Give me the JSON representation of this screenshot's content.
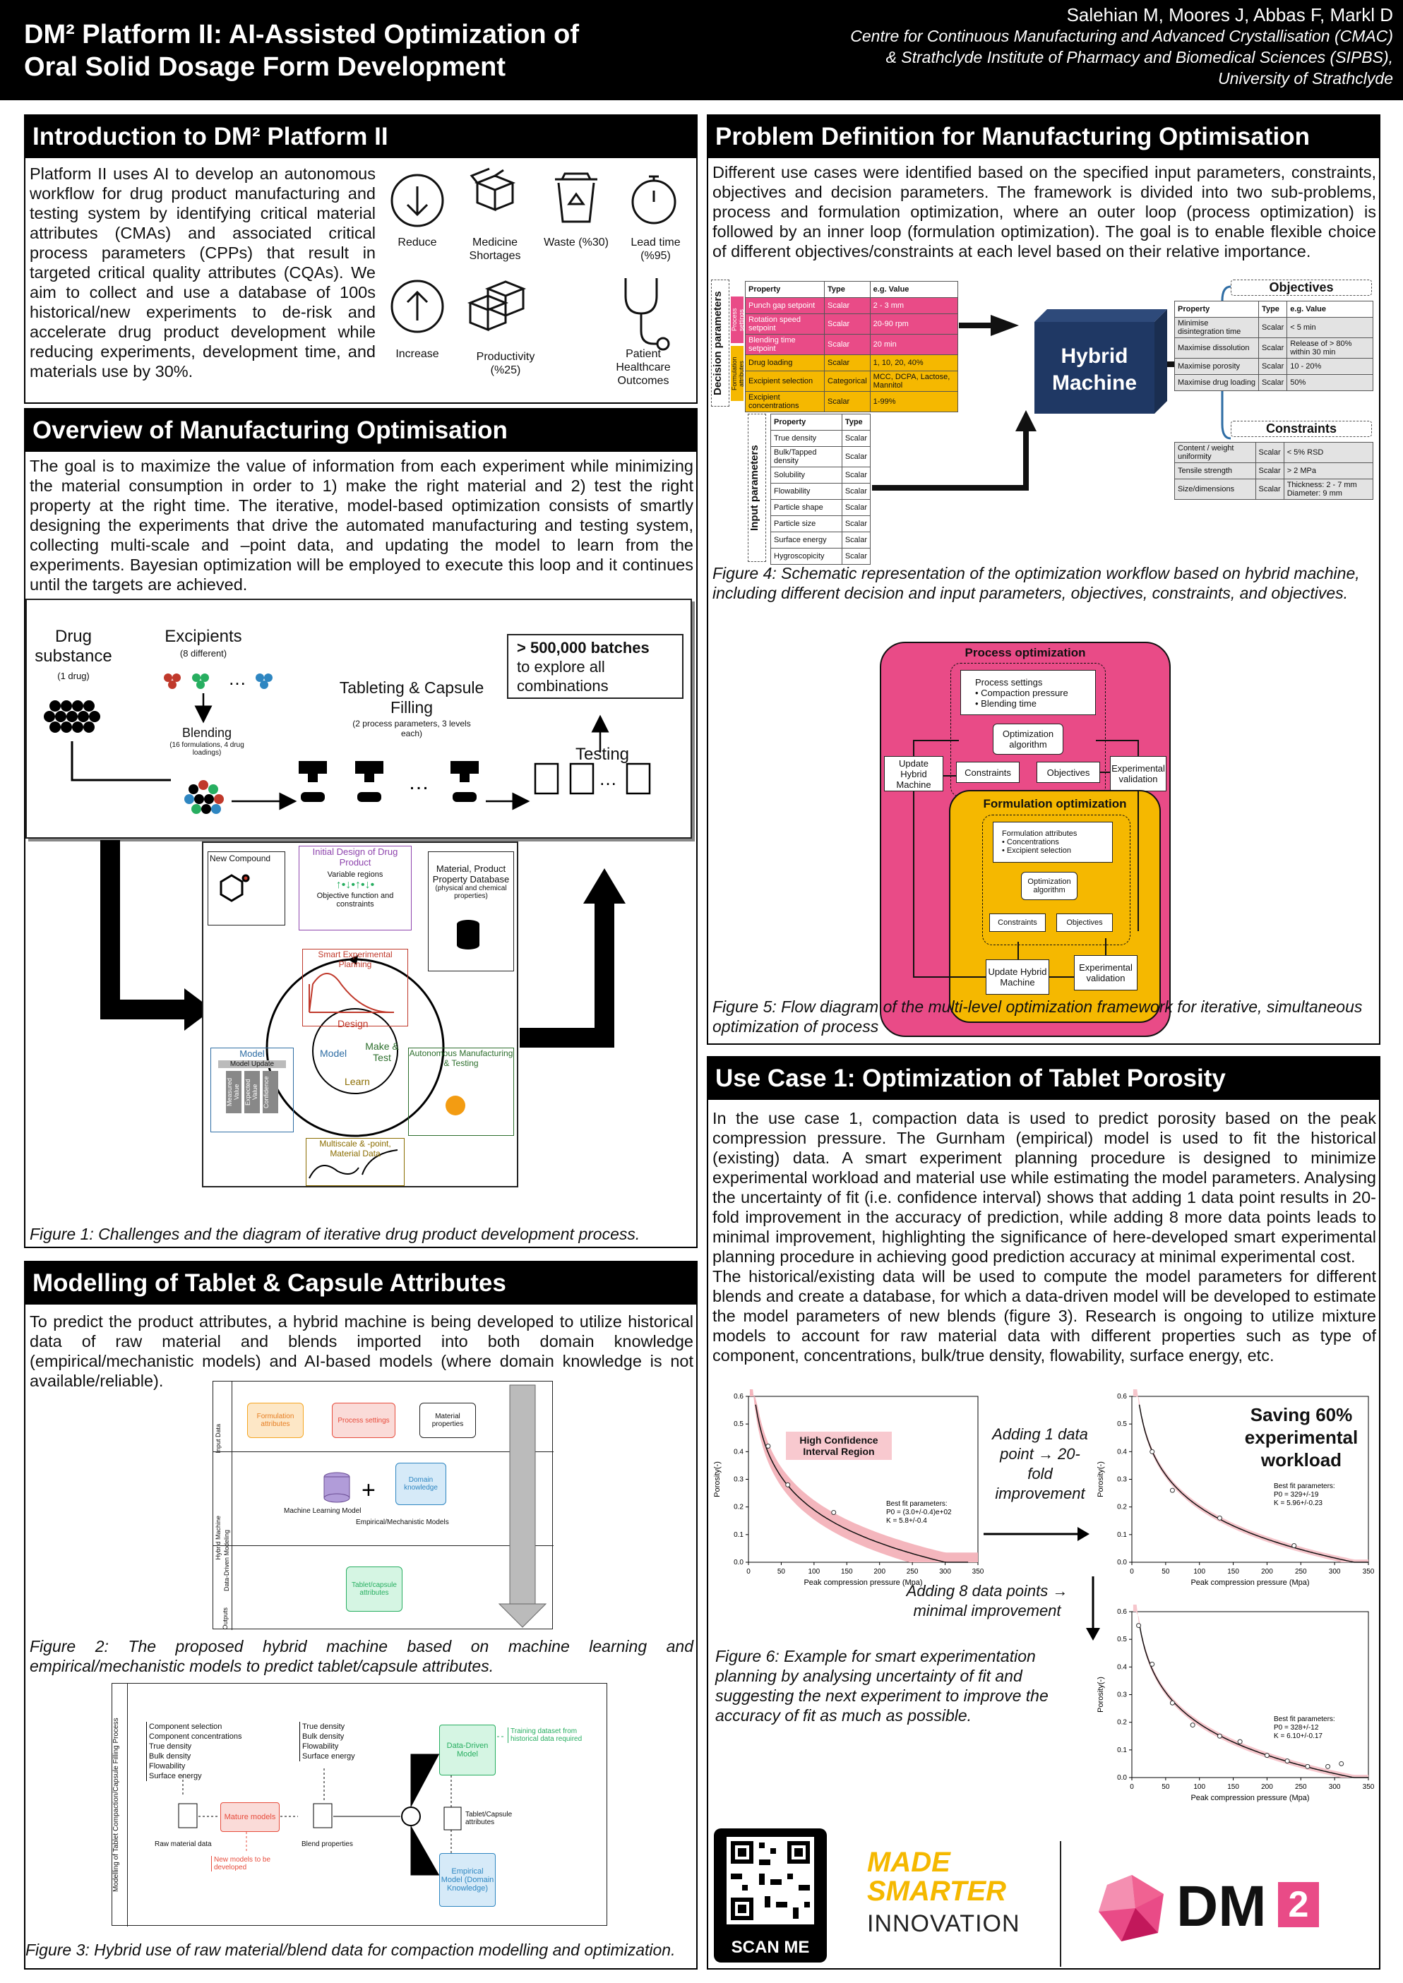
{
  "header": {
    "title_line1": "DM² Platform II: AI-Assisted Optimization of",
    "title_line2": "Oral Solid Dosage Form Development",
    "authors": "Salehian M, Moores J, Abbas F, Markl D",
    "aff1": "Centre for Continuous Manufacturing and Advanced Crystallisation (CMAC)",
    "aff2": "& Strathclyde Institute of Pharmacy and Biomedical Sciences (SIPBS),",
    "aff3": "University of Strathclyde"
  },
  "intro": {
    "heading": "Introduction to DM² Platform II",
    "body": "Platform II uses AI to develop an autonomous workflow for drug product manufacturing and testing system by identifying critical material attributes (CMAs) and associated critical process parameters (CPPs) that result in targeted critical quality attributes (CQAs). We aim to collect and use a database of 100s historical/new experiments to de-risk and accelerate drug product development while reducing experiments, development time, and materials use by 30%.",
    "icons": [
      {
        "label": "Reduce",
        "icon": "arrow-down-circle-icon"
      },
      {
        "label": "Medicine Shortages",
        "icon": "boxes-icon"
      },
      {
        "label": "Waste (%30)",
        "icon": "recycle-bin-icon"
      },
      {
        "label": "Lead time (%95)",
        "icon": "stopwatch-icon"
      },
      {
        "label": "Increase",
        "icon": "arrow-up-circle-icon"
      },
      {
        "label": "Productivity (%25)",
        "icon": "boxes-icon"
      },
      {
        "label": "Patient Healthcare Outcomes",
        "icon": "stethoscope-icon"
      }
    ]
  },
  "overview": {
    "heading": "Overview of Manufacturing Optimisation",
    "body": "The goal is to maximize the value of information from each experiment while minimizing the material consumption in order to 1) make the right material and 2) test the right property at the right time. The iterative, model-based optimization consists of smartly designing the experiments that drive the automated manufacturing and testing system, collecting multi-scale and –point data, and updating the model to learn from the experiments. Bayesian optimization will be employed to execute this loop and it continues until the targets are achieved.",
    "fig1": {
      "drug_substance": "Drug substance",
      "drug_sub": "(1 drug)",
      "excipients": "Excipients",
      "excipients_sub": "(8 different)",
      "blending": "Blending",
      "blending_sub": "(16 formulations, 4 drug loadings)",
      "tableting": "Tableting & Capsule Filling",
      "tableting_sub": "(2 process parameters, 3 levels each)",
      "batches_bold": "> 500,000 batches",
      "batches_rest": "to explore all combinations",
      "testing": "Testing",
      "new_compound": "New Compound",
      "initial_design": "Initial Design of Drug Product",
      "variable_regions": "Variable regions",
      "objective_fn": "Objective function and constraints",
      "database": "Material, Product Property Database",
      "database_sub": "(physical and chemical properties)",
      "smart_planning": "Smart Experimental Planning",
      "model": "Model",
      "model_update": "Model Update",
      "model_cols": [
        "Measured Value",
        "Expected Value",
        "Confidence"
      ],
      "design": "Design",
      "make_test": "Make & Test",
      "learn": "Learn",
      "model_center": "Model",
      "autonomous": "Autonomous Manufacturing & Testing",
      "multiscale": "Multiscale & -point, Material Data"
    },
    "caption": "Figure 1: Challenges and the diagram of iterative drug product development process."
  },
  "modelling": {
    "heading": "Modelling of Tablet & Capsule Attributes",
    "body": "To predict the product attributes, a hybrid machine is being developed to utilize historical data of raw material and blends imported into both domain knowledge (empirical/mechanistic models) and AI-based models (where domain knowledge is not available/reliable).",
    "fig2": {
      "row_labels": [
        "Input Data",
        "Hybrid Machine",
        "Data-Driven Modeling",
        "Outputs"
      ],
      "formulation": "Formulation attributes",
      "process": "Process settings",
      "material": "Material properties",
      "ml_model": "Machine Learning Model",
      "domain": "Domain knowledge",
      "empirical": "Empirical/Mechanistic Models",
      "output": "Tablet/capsule attributes"
    },
    "caption2": "Figure 2: The proposed hybrid machine based on machine learning and empirical/mechanistic models to predict tablet/capsule attributes.",
    "fig3": {
      "side_label": "Modelling of Tablet Compaction/Capsule Filling Process",
      "list1": [
        "Component selection",
        "Component concentrations",
        "True density",
        "Bulk density",
        "Flowability",
        "Surface energy"
      ],
      "list2": [
        "True density",
        "Bulk density",
        "Flowability",
        "Surface energy"
      ],
      "raw_material": "Raw material data",
      "mature": "Mature models",
      "blend": "Blend properties",
      "new_models": "New models to be developed",
      "data_driven": "Data-Driven Model",
      "training": "Training dataset from historical data required",
      "tablet_attr": "Tablet/Capsule attributes",
      "empirical": "Empirical Model (Domain Knowledge)"
    },
    "caption3": "Figure 3: Hybrid use of raw material/blend data for compaction modelling and optimization."
  },
  "problem": {
    "heading": "Problem Definition for Manufacturing Optimisation",
    "body": "Different use cases were identified based on the specified input parameters, constraints, objectives and decision parameters. The framework is divided into two sub-problems, process and formulation optimization, where an outer loop (process optimization) is followed by an inner loop (formulation optimization). The goal is to enable flexible choice of different objectives/constraints at each level based on their relative importance.",
    "fig4": {
      "decision_label": "Decision parameters",
      "process_settings_label": "Process settings",
      "formulation_label": "Formulation attributes",
      "headers": [
        "Property",
        "Type",
        "e.g. Value"
      ],
      "decision_rows": [
        [
          "Punch gap setpoint",
          "Scalar",
          "2 - 3 mm"
        ],
        [
          "Rotation speed setpoint",
          "Scalar",
          "20-90 rpm"
        ],
        [
          "Blending time setpoint",
          "Scalar",
          "20 min"
        ],
        [
          "Drug loading",
          "Scalar",
          "1, 10, 20, 40%"
        ],
        [
          "Excipient selection",
          "Categorical",
          "MCC, DCPA, Lactose, Mannitol"
        ],
        [
          "Excipient concentrations",
          "Scalar",
          "1-99%"
        ]
      ],
      "input_label": "Input parameters",
      "input_headers": [
        "Property",
        "Type"
      ],
      "input_rows": [
        [
          "True density",
          "Scalar"
        ],
        [
          "Bulk/Tapped density",
          "Scalar"
        ],
        [
          "Solubility",
          "Scalar"
        ],
        [
          "Flowability",
          "Scalar"
        ],
        [
          "Particle shape",
          "Scalar"
        ],
        [
          "Particle size",
          "Scalar"
        ],
        [
          "Surface energy",
          "Scalar"
        ],
        [
          "Hygroscopicity",
          "Scalar"
        ]
      ],
      "hybrid": "Hybrid Machine",
      "objectives_title": "Objectives",
      "objectives_rows": [
        [
          "Minimise disintegration time",
          "Scalar",
          "< 5 min"
        ],
        [
          "Maximise dissolution",
          "Scalar",
          "Release of > 80% within 30 min"
        ],
        [
          "Maximise porosity",
          "Scalar",
          "10 - 20%"
        ],
        [
          "Maximise drug loading",
          "Scalar",
          "50%"
        ]
      ],
      "constraints_title": "Constraints",
      "constraints_rows": [
        [
          "Content / weight uniformity",
          "Scalar",
          "< 5% RSD"
        ],
        [
          "Tensile strength",
          "Scalar",
          "> 2 MPa"
        ],
        [
          "Size/dimensions",
          "Scalar",
          "Thickness: 2 - 7 mm Diameter: 9 mm"
        ]
      ]
    },
    "caption4": "Figure 4: Schematic representation of the optimization workflow based on hybrid machine, including different decision and input parameters, objectives, constraints, and objectives.",
    "fig5": {
      "process_opt": "Process optimization",
      "process_settings": "Process settings",
      "compaction": "Compaction pressure",
      "blending_time": "Blending time",
      "opt_alg": "Optimization algorithm",
      "constraints": "Constraints",
      "objectives": "Objectives",
      "update": "Update Hybrid Machine",
      "exp_val": "Experimental validation",
      "form_opt": "Formulation optimization",
      "form_attr": "Formulation attributes",
      "concentrations": "Concentrations",
      "excipient_sel": "Excipient selection"
    },
    "caption5": "Figure 5: Flow diagram of the multi-level optimization framework for iterative, simultaneous optimization of process"
  },
  "usecase": {
    "heading": "Use Case 1: Optimization of Tablet Porosity",
    "body1": "In the use case 1, compaction data is used to predict porosity based on the peak compression pressure. The Gurnham (empirical) model is used to fit the historical (existing) data. A smart experiment planning procedure is designed to minimize experimental workload and material use while estimating the model parameters. Analysing the uncertainty of fit (i.e. confidence interval) shows that adding 1 data point results in 20-fold improvement in the accuracy of prediction, while adding 8 more data points leads to minimal improvement, highlighting the significance of here-developed smart experimental planning procedure in achieving good prediction accuracy at minimal experimental cost.",
    "body2": "The historical/existing data will be used to compute the model parameters for different blends and create a database, for which a data-driven model will be developed to estimate the model parameters of new blends (figure 3). Research is ongoing to utilize mixture models to account for raw material data with different properties such as type of component, concentrations, bulk/true density, flowability, surface energy, etc.",
    "adding1": "Adding 1 data point → 20-fold improvement",
    "adding8": "Adding 8 data points → minimal improvement",
    "saving": "Saving 60% experimental workload",
    "high_conf": "High Confidence Interval Region",
    "caption6": "Figure 6: Example for smart experimentation planning by analysing uncertainty of fit and suggesting the next experiment to improve the accuracy of fit as much as possible."
  },
  "chart_data": [
    {
      "type": "scatter",
      "xlabel": "Peak compression pressure (Mpa)",
      "ylabel": "Porosity(-)",
      "xlim": [
        0,
        350
      ],
      "ylim": [
        0.0,
        0.6
      ],
      "xticks": [
        0,
        50,
        100,
        150,
        200,
        250,
        300,
        350
      ],
      "yticks": [
        0.0,
        0.1,
        0.2,
        0.3,
        0.4,
        0.5,
        0.6
      ],
      "points": [
        [
          30,
          0.42
        ],
        [
          60,
          0.28
        ],
        [
          130,
          0.18
        ]
      ],
      "fit_label": "Best fit parameters:",
      "fit_p0": "P0 = (3.0+/-0.4)e+02",
      "fit_k": "K = 5.8+/-0.4",
      "fit": {
        "P0": 300,
        "K": 5.8
      }
    },
    {
      "type": "scatter",
      "xlabel": "Peak compression pressure (Mpa)",
      "ylabel": "Porosity(-)",
      "xlim": [
        0,
        350
      ],
      "ylim": [
        0.0,
        0.6
      ],
      "xticks": [
        0,
        50,
        100,
        150,
        200,
        250,
        300,
        350
      ],
      "yticks": [
        0.0,
        0.1,
        0.2,
        0.3,
        0.4,
        0.5,
        0.6
      ],
      "points": [
        [
          30,
          0.4
        ],
        [
          60,
          0.26
        ],
        [
          130,
          0.16
        ],
        [
          240,
          0.06
        ]
      ],
      "fit_label": "Best fit parameters:",
      "fit_p0": "P0 = 329+/-19",
      "fit_k": "K = 5.96+/-0.23",
      "fit": {
        "P0": 329,
        "K": 5.96
      }
    },
    {
      "type": "scatter",
      "xlabel": "Peak compression pressure (Mpa)",
      "ylabel": "Porosity(-)",
      "xlim": [
        0,
        350
      ],
      "ylim": [
        0.0,
        0.6
      ],
      "xticks": [
        0,
        50,
        100,
        150,
        200,
        250,
        300,
        350
      ],
      "yticks": [
        0.0,
        0.1,
        0.2,
        0.3,
        0.4,
        0.5,
        0.6
      ],
      "points": [
        [
          10,
          0.55
        ],
        [
          30,
          0.41
        ],
        [
          60,
          0.27
        ],
        [
          90,
          0.19
        ],
        [
          130,
          0.15
        ],
        [
          160,
          0.13
        ],
        [
          200,
          0.08
        ],
        [
          230,
          0.06
        ],
        [
          260,
          0.04
        ],
        [
          290,
          0.04
        ],
        [
          310,
          0.05
        ]
      ],
      "fit_label": "Best fit parameters:",
      "fit_p0": "P0 = 328+/-12",
      "fit_k": "K = 6.10+/-0.17",
      "fit": {
        "P0": 328,
        "K": 6.1
      }
    }
  ],
  "footer": {
    "scan_me": "SCAN ME",
    "made": "MADE",
    "smarter": "SMARTER",
    "innovation": "INNOVATION",
    "dm": "DM",
    "dm2": "2"
  },
  "colors": {
    "pink": "#e94b87",
    "yellow": "#f5b800",
    "black": "#000000"
  }
}
